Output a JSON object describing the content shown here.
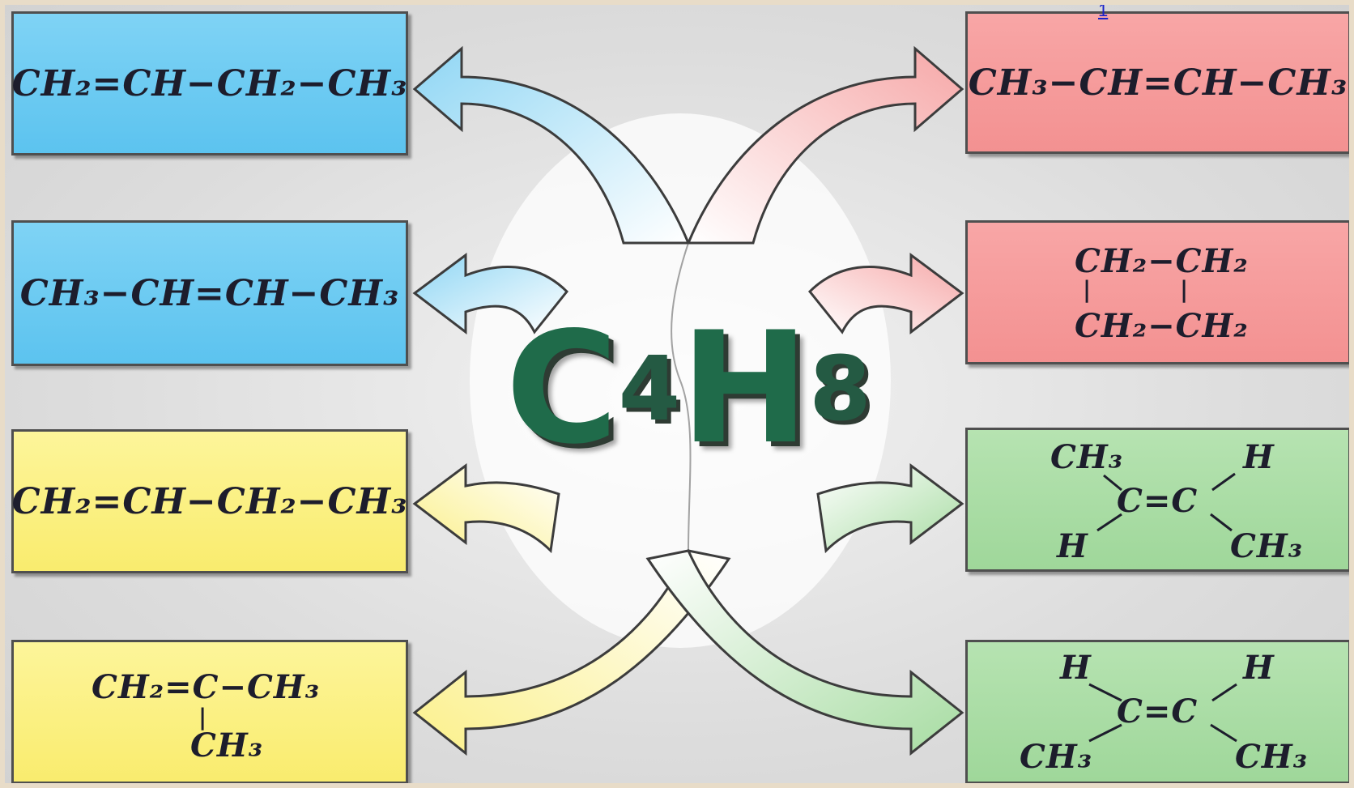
{
  "center": {
    "c": "C",
    "c_sub": "4",
    "h": "H",
    "h_sub": "8"
  },
  "link_mark": "1",
  "boxes": {
    "left": [
      {
        "color": "#5cc3ef",
        "formula": "CH₂=CH−CH₂−CH₃"
      },
      {
        "color": "#5cc3ef",
        "formula": "CH₃−CH=CH−CH₃"
      },
      {
        "color": "#f9ec6e",
        "formula": "CH₂=CH−CH₂−CH₃"
      },
      {
        "color": "#f9ec6e",
        "line1": "CH₂=C−CH₃",
        "line2": "CH₃"
      }
    ],
    "right": [
      {
        "color": "#f39191",
        "formula": "CH₃−CH=CH−CH₃"
      },
      {
        "color": "#f39191",
        "line1": "CH₂−CH₂",
        "line2": "CH₂−CH₂"
      },
      {
        "color": "#9fd79a",
        "tl": "CH₃",
        "tr": "H",
        "mid": "C=C",
        "bl": "H",
        "br": "CH₃"
      },
      {
        "color": "#9fd79a",
        "tl": "H",
        "tr": "H",
        "mid": "C=C",
        "bl": "CH₃",
        "br": "CH₃"
      }
    ]
  }
}
